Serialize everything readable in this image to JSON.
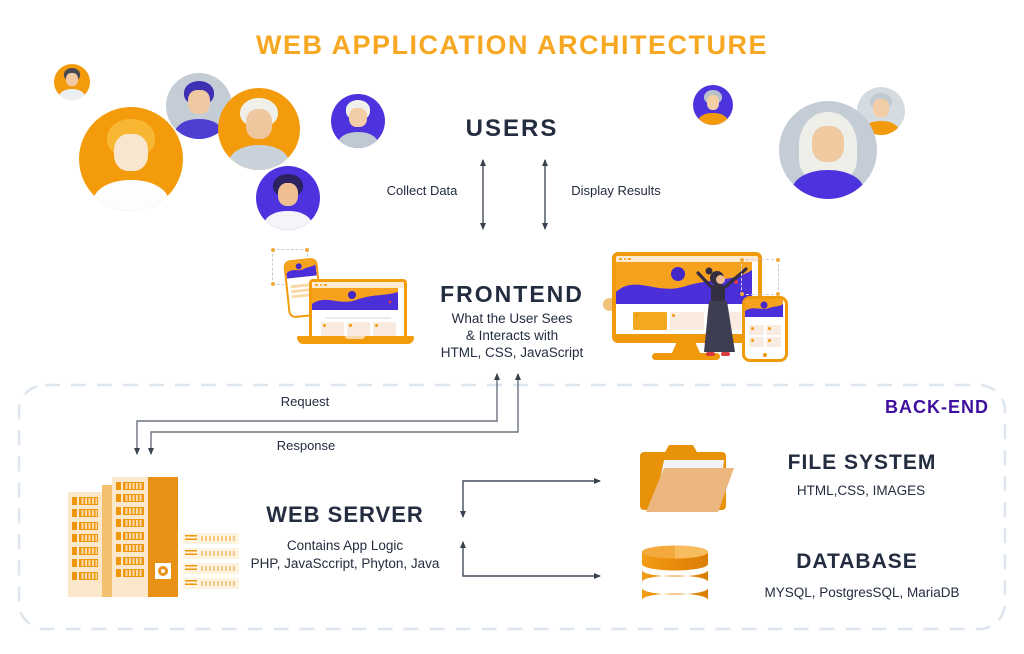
{
  "title": "WEB APPLICATION ARCHITECTURE",
  "users": {
    "heading": "USERS",
    "collect_label": "Collect Data",
    "display_label": "Display Results"
  },
  "frontend": {
    "heading": "FRONTEND",
    "lines": [
      "What the User Sees",
      "& Interacts with",
      "HTML, CSS, JavaScript"
    ]
  },
  "backend": {
    "heading": "BACK-END",
    "request_label": "Request",
    "response_label": "Response"
  },
  "web_server": {
    "heading": "WEB SERVER",
    "lines": [
      "Contains App Logic",
      "PHP, JavaSccript, Phyton, Java"
    ]
  },
  "file_system": {
    "heading": "FILE SYSTEM",
    "technologies": "HTML,CSS, IMAGES"
  },
  "database": {
    "heading": "DATABASE",
    "technologies": "MYSQL, PostgresSQL, MariaDB"
  },
  "colors": {
    "accent_orange": "#F49B0C",
    "title_orange": "#F7A823",
    "heading_navy": "#232D3F",
    "avatar_purple": "#4D33DE",
    "wave_purple": "#4B2FD9",
    "backend_label_purple": "#3F109F",
    "avatar_gray": "#C4CDD5",
    "arrow_gray": "#434C5A",
    "dashed_border": "#DDE5EF",
    "red_accent": "#D93A3E",
    "folder_front": "#EBB77E",
    "folder_back": "#E8920A",
    "db_orange": "#E8890B"
  }
}
